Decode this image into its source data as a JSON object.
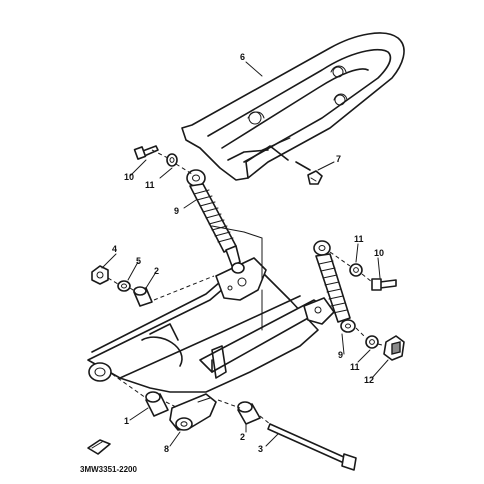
{
  "diagram": {
    "code": "3MW3351-2200",
    "callouts": {
      "c1": "1",
      "c2a": "2",
      "c2b": "2",
      "c3": "3",
      "c4": "4",
      "c5": "5",
      "c6": "6",
      "c7": "7",
      "c8": "8",
      "c9a": "9",
      "c9b": "9",
      "c10a": "10",
      "c10b": "10",
      "c11a": "11",
      "c11b": "11",
      "c11c": "11",
      "c12": "12"
    }
  }
}
